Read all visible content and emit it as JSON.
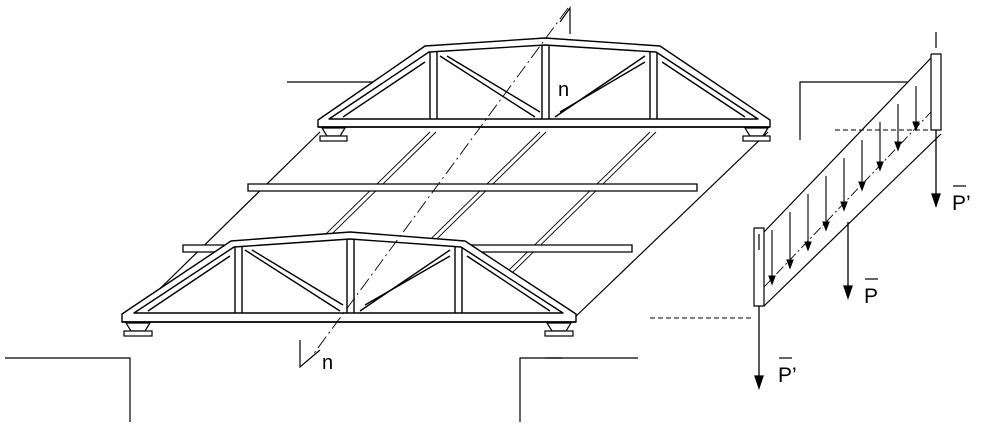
{
  "labels": {
    "section_top": "n",
    "section_bottom": "n",
    "load_total": "P",
    "load_right": "P’",
    "load_left": "P’"
  },
  "colors": {
    "line": "#000000",
    "background": "#ffffff"
  }
}
